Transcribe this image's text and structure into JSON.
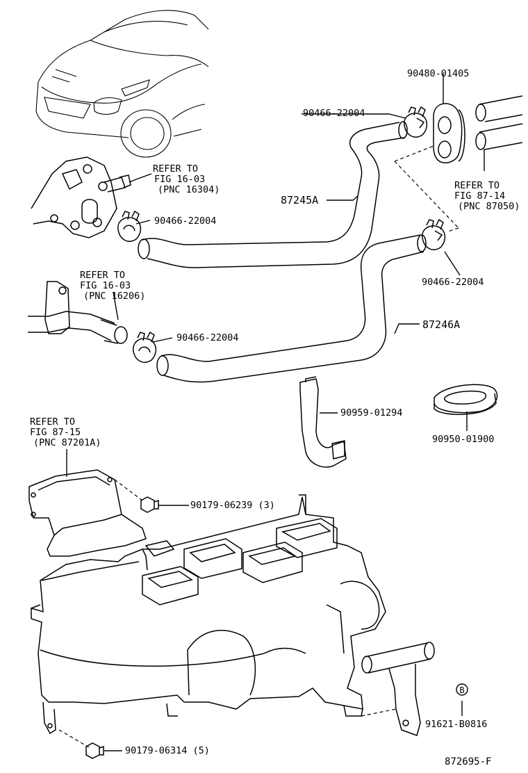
{
  "labels": {
    "refer_pnc16304": [
      "REFER TO",
      "FIG 16-03",
      "(PNC 16304)"
    ],
    "refer_pnc16206": [
      "REFER TO",
      "FIG 16-03",
      "(PNC 16206)"
    ],
    "refer_pnc87050": [
      "REFER TO",
      "FIG 87-14",
      "(PNC 87050)"
    ],
    "refer_pnc87201a": [
      "REFER TO",
      "FIG 87-15",
      "(PNC 87201A)"
    ],
    "p90480_01405": "90480-01405",
    "p90466_22004_a": "90466-22004",
    "p90466_22004_b": "90466-22004",
    "p90466_22004_c": "90466-22004",
    "p90466_22004_d": "90466-22004",
    "p87245a": "87245A",
    "p87246a": "87246A",
    "p90959_01294": "90959-01294",
    "p90950_01900": "90950-01900",
    "p90179_06239": "90179-06239 (3)",
    "p90179_06314": "90179-06314 (5)",
    "p91621_b0816": "91621-B0816",
    "marker_b": "B",
    "fig_number": "872695-F"
  }
}
